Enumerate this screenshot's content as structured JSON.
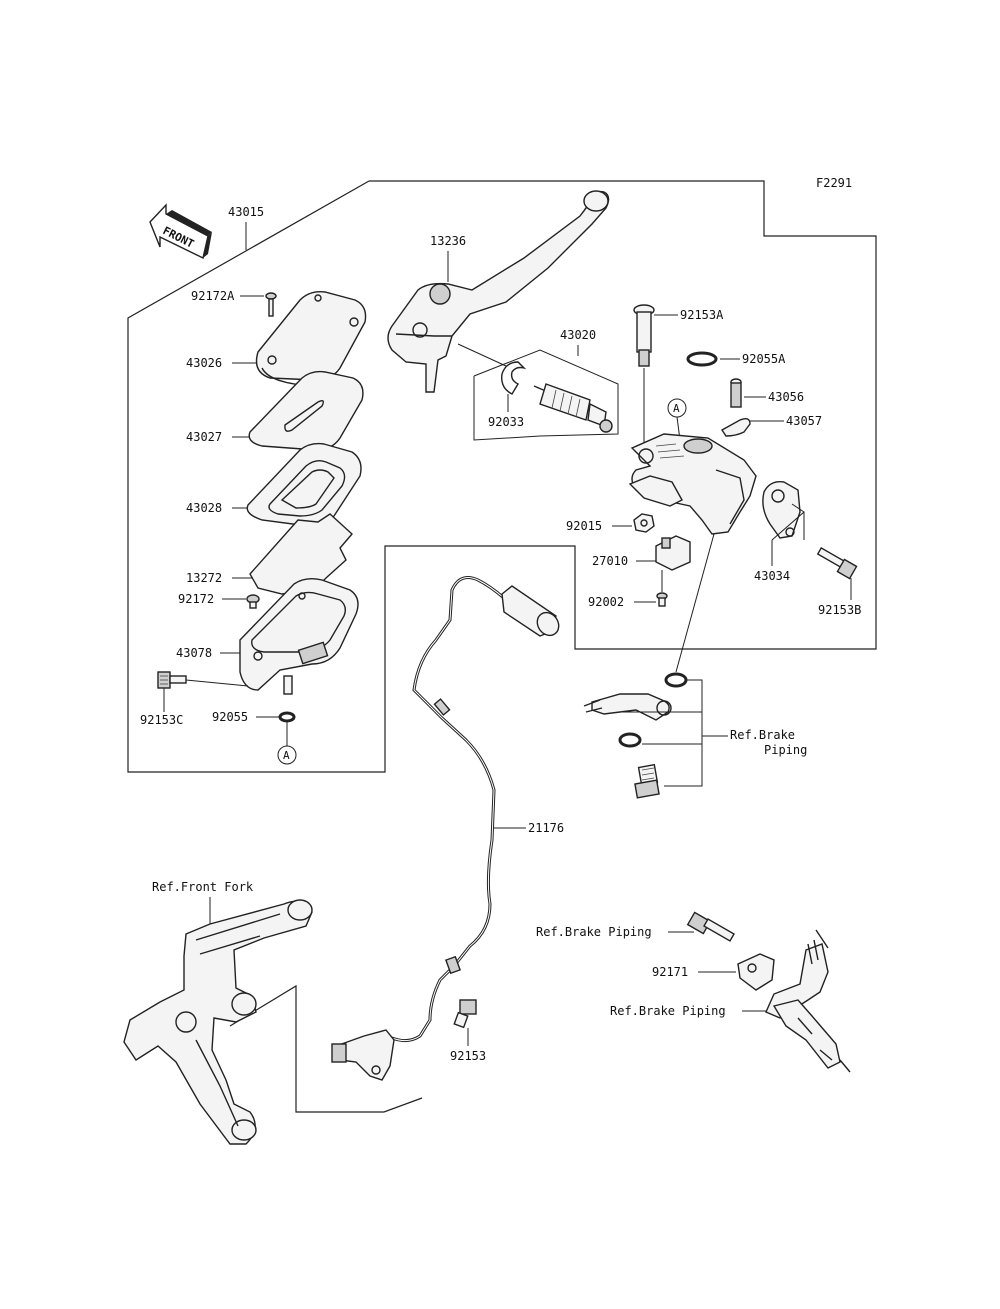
{
  "figure_code": "F2291",
  "front_label": "FRONT",
  "ref_marker": "A",
  "labels": {
    "p43015": "43015",
    "p92172A": "92172A",
    "p43026": "43026",
    "p43027": "43027",
    "p43028": "43028",
    "p13272": "13272",
    "p92172": "92172",
    "p43078": "43078",
    "p92153C": "92153C",
    "p92055": "92055",
    "p13236": "13236",
    "p43020": "43020",
    "p92033": "92033",
    "p92153A": "92153A",
    "p92055A": "92055A",
    "p43056": "43056",
    "p43057": "43057",
    "p92015": "92015",
    "p27010": "27010",
    "p92002": "92002",
    "p43034": "43034",
    "p92153B": "92153B",
    "ref_brake_piping_1": "Ref.Brake",
    "ref_brake_piping_1b": "Piping",
    "p21176": "21176",
    "ref_front_fork": "Ref.Front Fork",
    "ref_brake_piping_2": "Ref.Brake Piping",
    "p92171": "92171",
    "ref_brake_piping_3": "Ref.Brake Piping",
    "p92153": "92153"
  }
}
